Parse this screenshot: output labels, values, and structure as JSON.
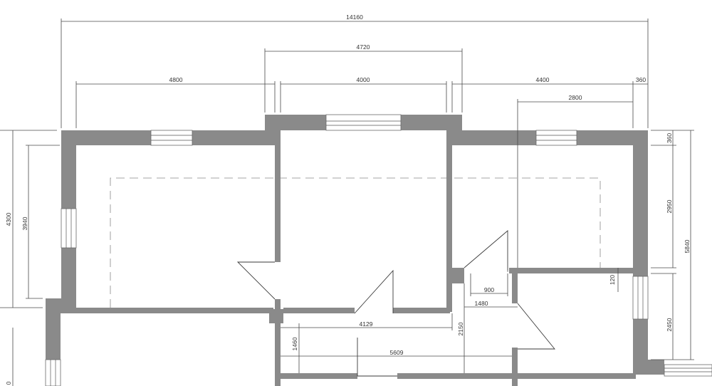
{
  "dimensions": {
    "top_total": "14160",
    "top_center_bay": "4720",
    "room_left_width": "4800",
    "room_center_width": "4000",
    "room_right_width": "4400",
    "top_right_wall": "360",
    "right_window_offset": "2800",
    "left_outer_height": "4300",
    "left_inner_height": "3940",
    "right_wall_top": "360",
    "right_room_height": "2950",
    "right_total_height": "5840",
    "right_lower_height": "2450",
    "corridor_partition": "120",
    "door_opening": "900",
    "hall_depth": "1480",
    "corridor_length": "4129",
    "corridor_height": "2150",
    "corridor_width": "1460",
    "corridor_total_length": "5609",
    "bottom_left_edge": "0"
  }
}
